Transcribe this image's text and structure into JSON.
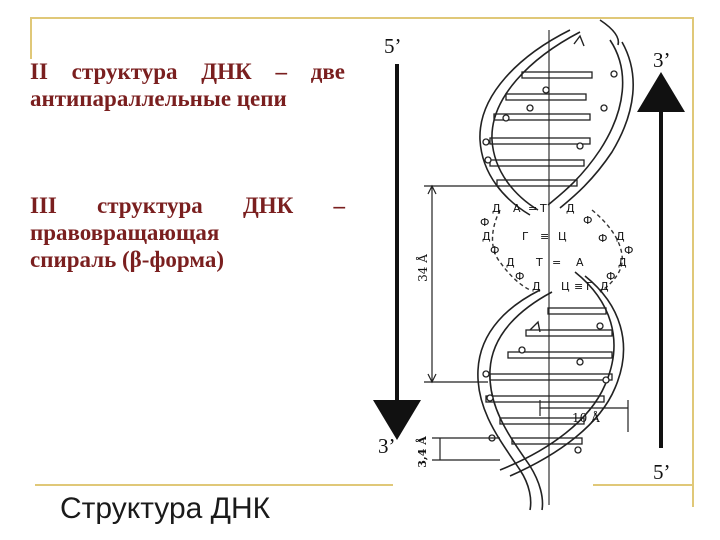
{
  "texts": {
    "structure_2_line1_words": [
      "II",
      "структура",
      "ДНК",
      "–",
      "две"
    ],
    "structure_2_line2": "антипараллельные цепи",
    "structure_3_line1_words": [
      "III",
      "структура",
      "ДНК",
      "–"
    ],
    "structure_3_line2": "правовращающая",
    "structure_3_line3": "спираль (β-форма)",
    "footer_title": "Структура ДНК"
  },
  "strand_ends": {
    "left_top": "5’",
    "left_bottom": "3’",
    "right_top": "3’",
    "right_bottom": "5’"
  },
  "dimensions": {
    "pitch": "34 Å",
    "diameter": "10 Å",
    "base_step": "3,4 Å"
  },
  "base_pairs": [
    {
      "left_sugar": "Д",
      "left": "А",
      "bond": "=",
      "right": "Т",
      "right_sugar": "Д"
    },
    {
      "left_sugar": "Д",
      "left": "Г",
      "bond": "≡",
      "right": "Ц",
      "right_sugar": "Д"
    },
    {
      "left_sugar": "Д",
      "left": "Т",
      "bond": "=",
      "right": "А",
      "right_sugar": "Д"
    },
    {
      "left_sugar": "Д",
      "left": "Ц",
      "bond": "≡",
      "right": "Г",
      "right_sugar": "Д"
    }
  ],
  "phosphate_label": "Ф",
  "colors": {
    "heading_text": "#7a1f1f",
    "frame_accent": "#e0c878",
    "ink": "#111111"
  }
}
